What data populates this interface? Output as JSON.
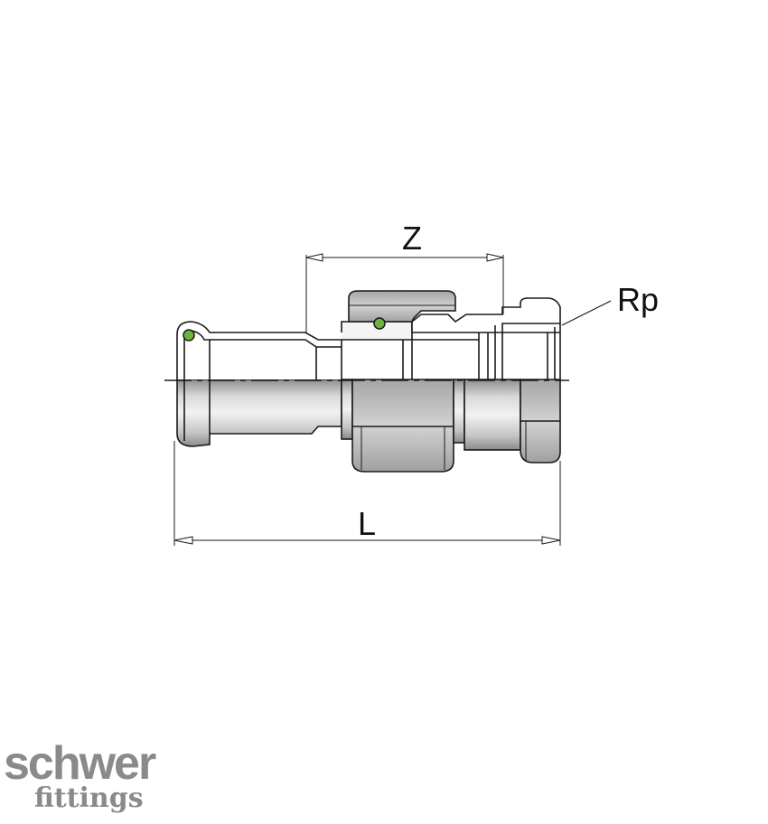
{
  "drawing": {
    "dimension_z": "Z",
    "dimension_l": "L",
    "thread_label": "Rp"
  },
  "logo": {
    "line1": "schwer",
    "line2": "fittings"
  },
  "colors": {
    "outline": "#1a1a1a",
    "metal_dark": "#9a9a9a",
    "metal_mid": "#c8c8c8",
    "metal_light": "#eeeeee",
    "seal": "#6db33f",
    "logo": "#8a8a8a"
  }
}
